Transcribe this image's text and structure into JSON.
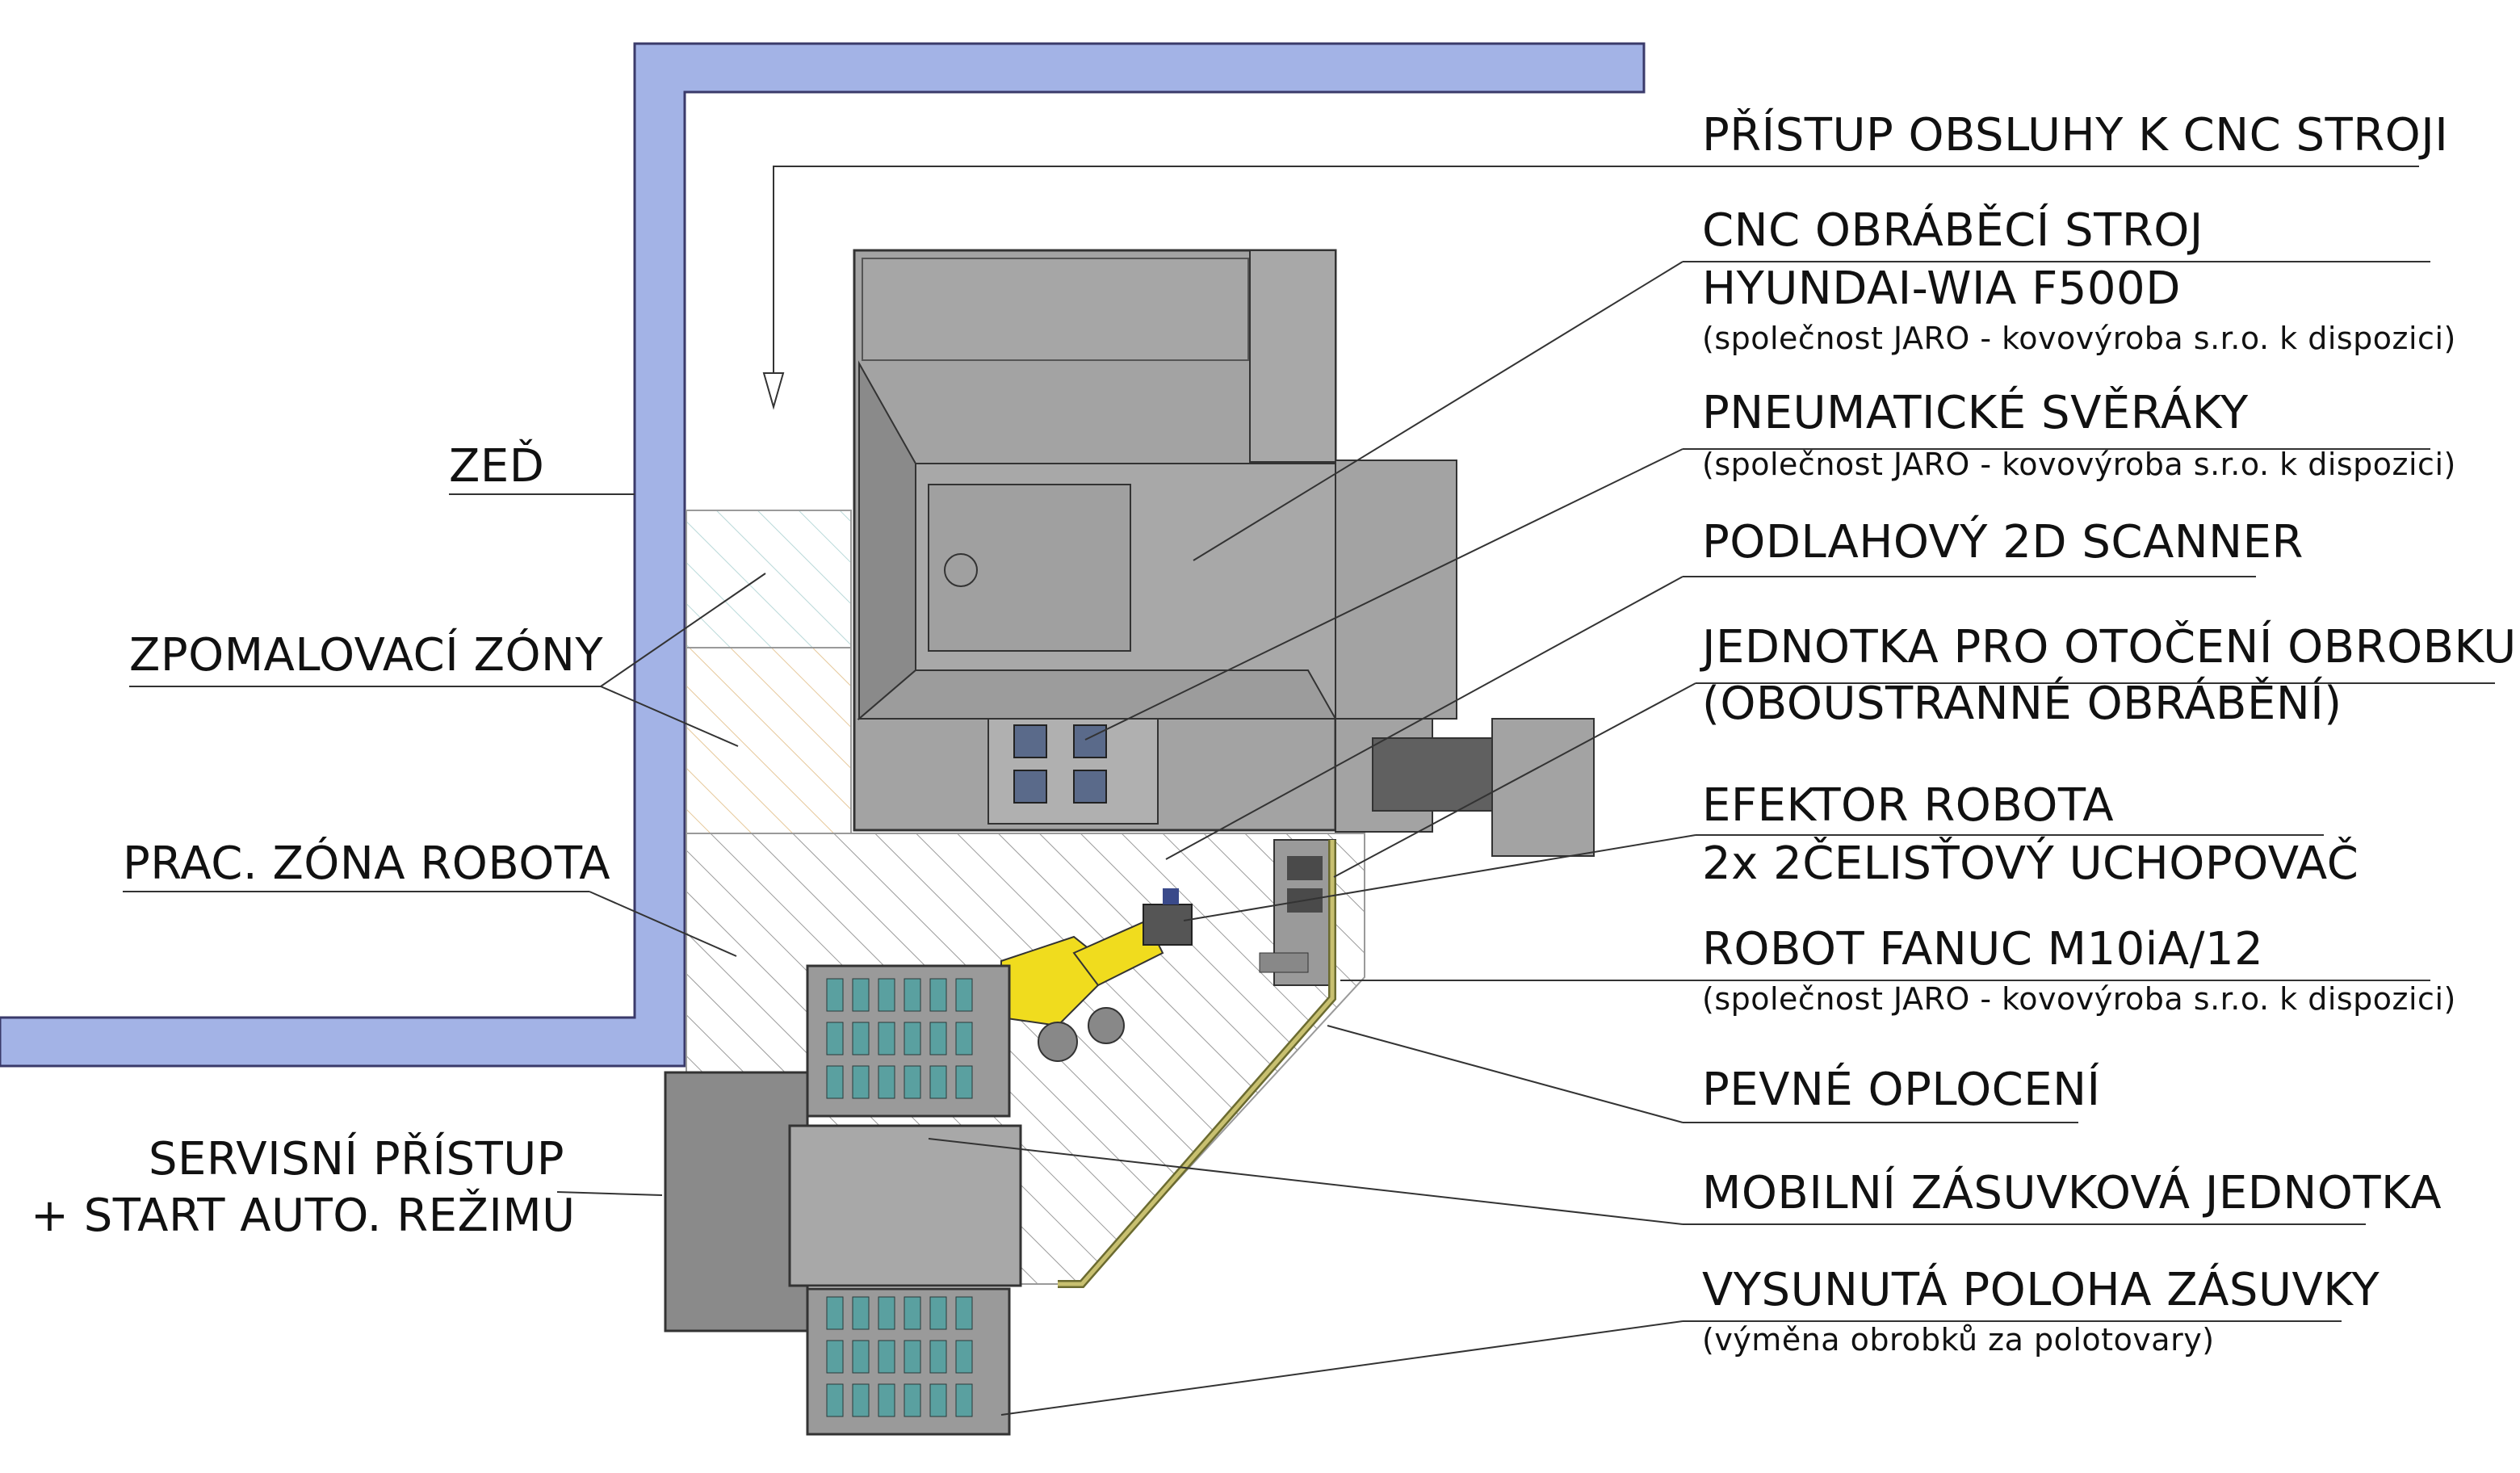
{
  "colors": {
    "wall": "#a3b3e6",
    "machine": "#a3a3a3",
    "machine_dark": "#6e6e6e",
    "robot": "#f0dc1e",
    "hatch": "#9a9a9a",
    "hatch_orange": "#e6c89a",
    "fence": "#c8c070"
  },
  "labels": {
    "operator_access": "PŘÍSTUP OBSLUHY K CNC STROJI",
    "cnc_line1": "CNC OBRÁBĚCÍ STROJ",
    "cnc_line2": "HYUNDAI-WIA F500D",
    "cnc_note": "(společnost JARO - kovovýroba s.r.o. k dispozici)",
    "vises": "PNEUMATICKÉ SVĚRÁKY",
    "vises_note": "(společnost JARO - kovovýroba s.r.o. k dispozici)",
    "scanner": "PODLAHOVÝ 2D SCANNER",
    "flip_line1": "JEDNOTKA PRO OTOČENÍ OBROBKU",
    "flip_line2": "(OBOUSTRANNÉ OBRÁBĚNÍ)",
    "effector_line1": "EFEKTOR ROBOTA",
    "effector_line2": "2x 2ČELISŤOVÝ UCHOPOVAČ",
    "robot": "ROBOT FANUC M10iA/12",
    "robot_note": "(společnost JARO - kovovýroba s.r.o. k dispozici)",
    "fence": "PEVNÉ OPLOCENÍ",
    "drawer_unit": "MOBILNÍ ZÁSUVKOVÁ JEDNOTKA",
    "drawer_out": "VYSUNUTÁ POLOHA ZÁSUVKY",
    "drawer_out_note": "(výměna obrobků za polotovary)",
    "wall": "ZEĎ",
    "slow_zones": "ZPOMALOVACÍ ZÓNY",
    "robot_zone": "PRAC. ZÓNA ROBOTA",
    "service_line1": "SERVISNÍ PŘÍSTUP",
    "service_line2": "+ START AUTO. REŽIMU"
  }
}
